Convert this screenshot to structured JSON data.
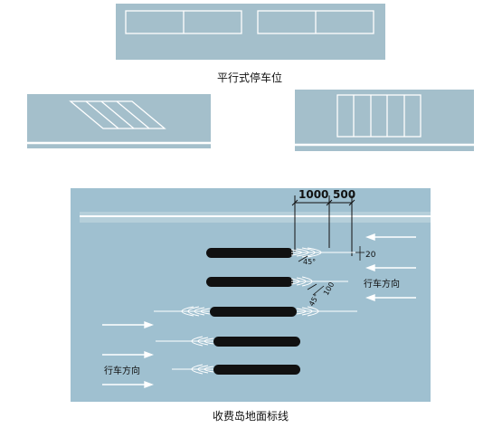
{
  "captions": {
    "parallel_parking": "平行式停车位",
    "toll_island_marking": "收费岛地面标线"
  },
  "dimensions": {
    "d1000": "1000",
    "d500": "500",
    "d20": "20",
    "d100": "100",
    "angle1": "45°",
    "angle2": "45°"
  },
  "direction_labels": {
    "right": "行车方向",
    "left": "行车方向"
  },
  "colors": {
    "panel": "#a4bfcb",
    "road": "#9fc0d0",
    "island": "#111111",
    "marking": "#ffffff"
  }
}
